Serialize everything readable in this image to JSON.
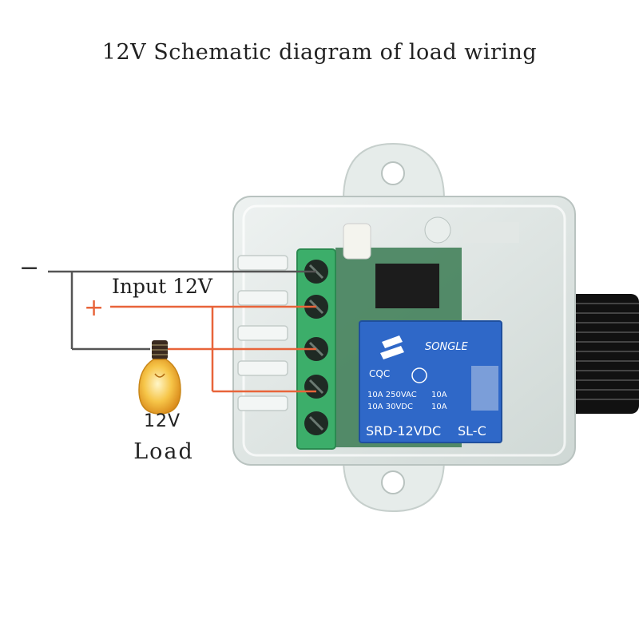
{
  "title": "12V Schematic diagram of load wiring",
  "labels": {
    "input": "Input 12V",
    "minus": "−",
    "plus": "+",
    "load_voltage": "12V",
    "load_text": "Load"
  },
  "relay": {
    "brand": "SONGLE",
    "cert": "CQC",
    "rating_1": "10A 250VAC",
    "rating_2": "10A 30VDC",
    "rating_3": "10A",
    "rating_4": "10A",
    "model": "SRD-12VDC",
    "type": "SL-C"
  },
  "colors": {
    "wire_negative": "#555555",
    "wire_positive": "#e8643a",
    "relay_blue": "#2f68c8",
    "pcb_green": "#3a7a52",
    "terminal_green": "#3cae6a",
    "housing": "#dfe6e4",
    "bulb": "#f3b735"
  },
  "icons": {
    "bulb": "light-bulb-icon",
    "antenna": "antenna-coil-icon"
  }
}
